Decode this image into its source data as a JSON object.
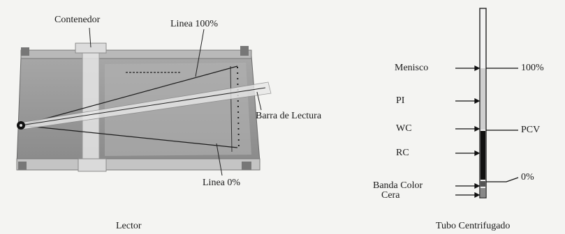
{
  "reader": {
    "label_container": "Contenedor",
    "label_line_100": "Linea 100%",
    "label_reading_bar": "Barra de Lectura",
    "label_line_0": "Linea 0%",
    "caption": "Lector"
  },
  "tube": {
    "label_meniscus": "Menisco",
    "label_pl": "PI",
    "label_wc": "WC",
    "label_rc": "RC",
    "label_color_band": "Banda Color",
    "label_wax": "Cera",
    "label_100": "100%",
    "label_pcv": "PCV",
    "label_0": "0%",
    "caption": "Tubo Centrifugado"
  },
  "colors": {
    "rbc": "#111111",
    "plasma": "#cfcfcf",
    "board": "#9a9a9a"
  }
}
